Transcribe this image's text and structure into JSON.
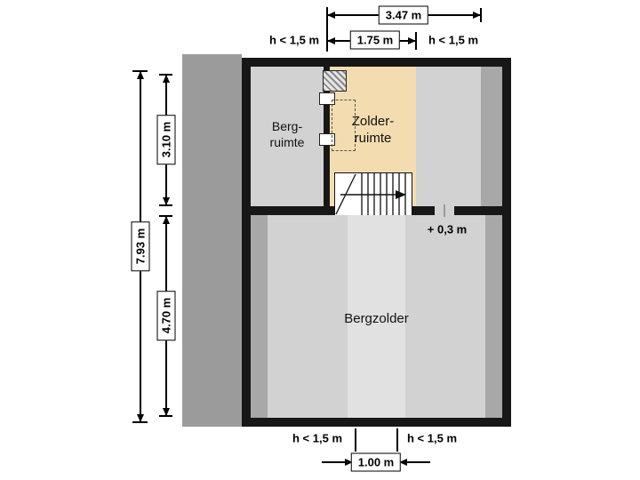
{
  "plan": {
    "rooms": {
      "berg": {
        "line1": "Berg-",
        "line2": "ruimte"
      },
      "zolder": {
        "line1": "Zolder-",
        "line2": "ruimte"
      },
      "bergzolder": {
        "label": "Bergzolder"
      }
    },
    "dimensions": {
      "top_total_width": "3.47 m",
      "zolder_width": "1.75 m",
      "overall_depth": "7.93 m",
      "upper_depth": "3.10 m",
      "lower_depth": "4.70 m",
      "center_band_width": "1.00 m",
      "step_height": "+ 0,3 m",
      "headroom_note": "h < 1,5 m"
    },
    "colors": {
      "wall_black": "#171717",
      "floor_gray": "#d2d2d2",
      "floor_light_band": "#e1e1e1",
      "low_headroom_gray": "#a8a8a8",
      "adjacent_strip_gray": "#9b9b9b",
      "zolder_tan": "#f3ddb0"
    }
  }
}
